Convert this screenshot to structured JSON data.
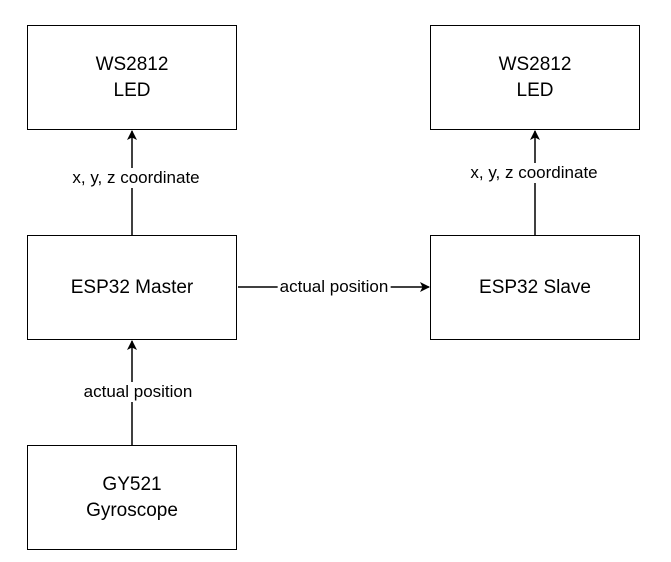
{
  "nodes": {
    "ws2812_left": {
      "line1": "WS2812",
      "line2": "LED"
    },
    "ws2812_right": {
      "line1": "WS2812",
      "line2": "LED"
    },
    "esp32_master": {
      "line1": "ESP32 Master"
    },
    "esp32_slave": {
      "line1": "ESP32 Slave"
    },
    "gy521": {
      "line1": "GY521",
      "line2": "Gyroscope"
    }
  },
  "edges": {
    "master_to_led": {
      "label": "x, y, z coordinate"
    },
    "slave_to_led": {
      "label": "x, y, z coordinate"
    },
    "master_to_slave": {
      "label": "actual position"
    },
    "gyro_to_master": {
      "label": "actual position"
    }
  },
  "colors": {
    "stroke": "#000000",
    "background": "#ffffff"
  }
}
